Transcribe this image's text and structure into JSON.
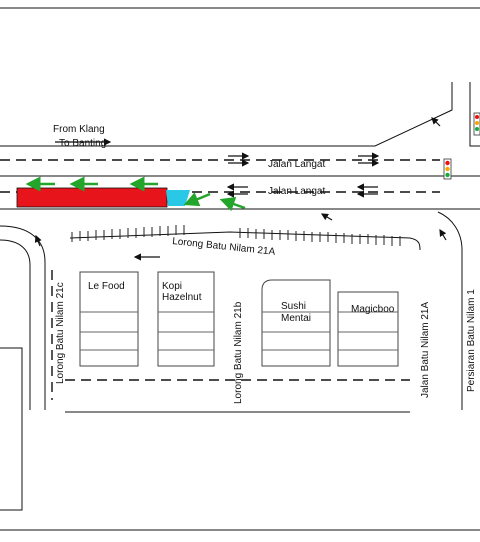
{
  "direction_note": {
    "line1": "From Klang",
    "line2": "To Banting"
  },
  "roads": {
    "jalan_langat_upper": "Jalan Langat",
    "jalan_langat_lower": "Jalan Langat",
    "lorong_21a_top": "Lorong Batu Nilam 21A",
    "lorong_21c": "Lorong Batu Nilam 21c",
    "lorong_21b": "Lorong Batu Nilam 21b",
    "jalan_21a": "Jalan Batu Nilam 21A",
    "persiaran_1": "Persiaran Batu Nilam 1"
  },
  "shops": {
    "le_food": "Le Food",
    "kopi_line1": "Kopi",
    "kopi_line2": "Hazelnut",
    "sushi_line1": "Sushi",
    "sushi_line2": "Mentai",
    "magicboo": "Magicboo"
  },
  "colors": {
    "congestion": "#e8141b",
    "arrow_green": "#22a52a",
    "highlight_cyan": "#29c8e6",
    "traffic_red": "#e11",
    "traffic_amber": "#f5a800",
    "traffic_green": "#1aa83a"
  }
}
